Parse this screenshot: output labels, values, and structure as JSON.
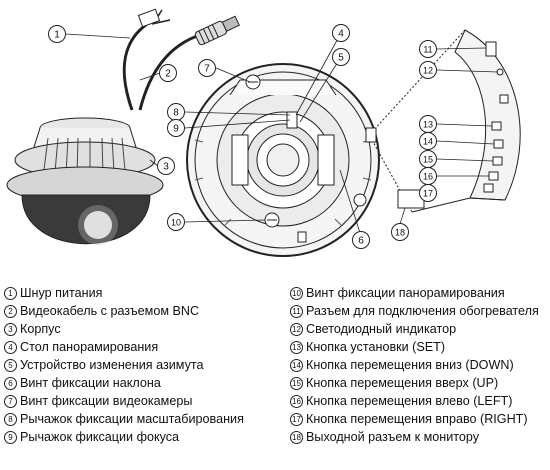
{
  "diagram": {
    "callouts": [
      "1",
      "2",
      "3",
      "4",
      "5",
      "6",
      "7",
      "8",
      "9",
      "10",
      "11",
      "12",
      "13",
      "14",
      "15",
      "16",
      "17",
      "18"
    ]
  },
  "legend": {
    "left": [
      {
        "num": "1",
        "text": "Шнур питания"
      },
      {
        "num": "2",
        "text": "Видеокабель с разъемом BNC"
      },
      {
        "num": "3",
        "text": "Корпус"
      },
      {
        "num": "4",
        "text": "Стол панорамирования"
      },
      {
        "num": "5",
        "text": "Устройство изменения азимута"
      },
      {
        "num": "6",
        "text": "Винт фиксации наклона"
      },
      {
        "num": "7",
        "text": "Винт фиксации видеокамеры"
      },
      {
        "num": "8",
        "text": "Рычажок фиксации масштабирования"
      },
      {
        "num": "9",
        "text": "Рычажок фиксации фокуса"
      }
    ],
    "right": [
      {
        "num": "10",
        "text": "Винт фиксации панорамирования"
      },
      {
        "num": "11",
        "text": "Разъем для подключения обогревателя"
      },
      {
        "num": "12",
        "text": "Светодиодный индикатор"
      },
      {
        "num": "13",
        "text": "Кнопка установки (SET)"
      },
      {
        "num": "14",
        "text": "Кнопка перемещения вниз (DOWN)"
      },
      {
        "num": "15",
        "text": "Кнопка перемещения вверх (UP)"
      },
      {
        "num": "16",
        "text": "Кнопка перемещения влево (LEFT)"
      },
      {
        "num": "17",
        "text": "Кнопка перемещения вправо (RIGHT)"
      },
      {
        "num": "18",
        "text": "Выходной разъем к монитору"
      }
    ]
  }
}
